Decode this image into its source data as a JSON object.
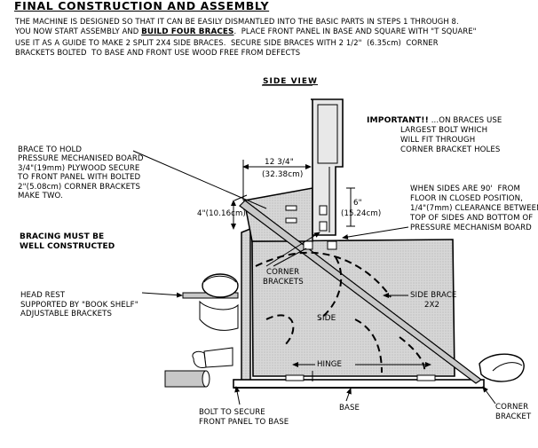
{
  "title": "FINAL CONSTRUCTION AND ASSEMBLY",
  "intro": {
    "line1": "THE MACHINE IS DESIGNED SO THAT IT CAN BE EASILY DISMANTLED INTO THE BASIC PARTS IN STEPS 1 THROUGH 8.",
    "line2_pre": "YOU NOW START ASSEMBLY AND ",
    "line2_bold": "BUILD FOUR BRACES",
    "line2_post": ".  PLACE FRONT PANEL IN BASE AND SQUARE WITH \"T SQUARE\"",
    "line3": "USE IT AS A GUIDE TO MAKE 2 SPLIT 2X4 SIDE BRACES.  SECURE SIDE BRACES WITH 2 1/2\"  (6.35cm)  CORNER",
    "line4": "BRACKETS BOLTED  TO BASE AND FRONT USE WOOD FREE FROM DEFECTS"
  },
  "labels": {
    "side_view": "SIDE VIEW",
    "important_head": "IMPORTANT!!",
    "important_1": " ...ON BRACES USE",
    "important_2": "LARGEST BOLT WHICH",
    "important_3": "WILL FIT THROUGH",
    "important_4": "CORNER BRACKET HOLES",
    "brace_1": "BRACE TO HOLD",
    "brace_2": "PRESSURE MECHANISED BOARD",
    "brace_3": "3/4\"(19mm) PLYWOOD SECURE",
    "brace_4": "TO FRONT PANEL WITH BOLTED",
    "brace_5": "2\"(5.08cm) CORNER BRACKETS",
    "brace_6": "MAKE TWO.",
    "dim_width": "12 3/4\"",
    "dim_width_cm": "(32.38cm)",
    "dim_4in": "4\"(10.16cm)",
    "dim_6in": "6\"",
    "dim_6in_cm": "(15.24cm)",
    "when_1": "WHEN SIDES ARE 90'  FROM",
    "when_2": "FLOOR IN CLOSED POSITION,",
    "when_3": "1/4\"(7mm) CLEARANCE BETWEEN",
    "when_4": "TOP OF SIDES AND BOTTOM OF",
    "when_5": "PRESSURE MECHANISM BOARD",
    "bracing_1": "BRACING MUST BE",
    "bracing_2": "WELL CONSTRUCTED",
    "corner_brackets_1": "CORNER",
    "corner_brackets_2": "BRACKETS",
    "side_brace_1": "SIDE BRACE",
    "side_brace_2": "2X2",
    "side": "SIDE",
    "head_1": "HEAD REST",
    "head_2": "SUPPORTED BY \"BOOK SHELF\"",
    "head_3": "ADJUSTABLE BRACKETS",
    "hinge": "HINGE",
    "base": "BASE",
    "bolt_1": "BOLT TO SECURE",
    "bolt_2": "FRONT PANEL TO BASE",
    "corner_bracket_1": "CORNER",
    "corner_bracket_2": "BRACKET"
  }
}
